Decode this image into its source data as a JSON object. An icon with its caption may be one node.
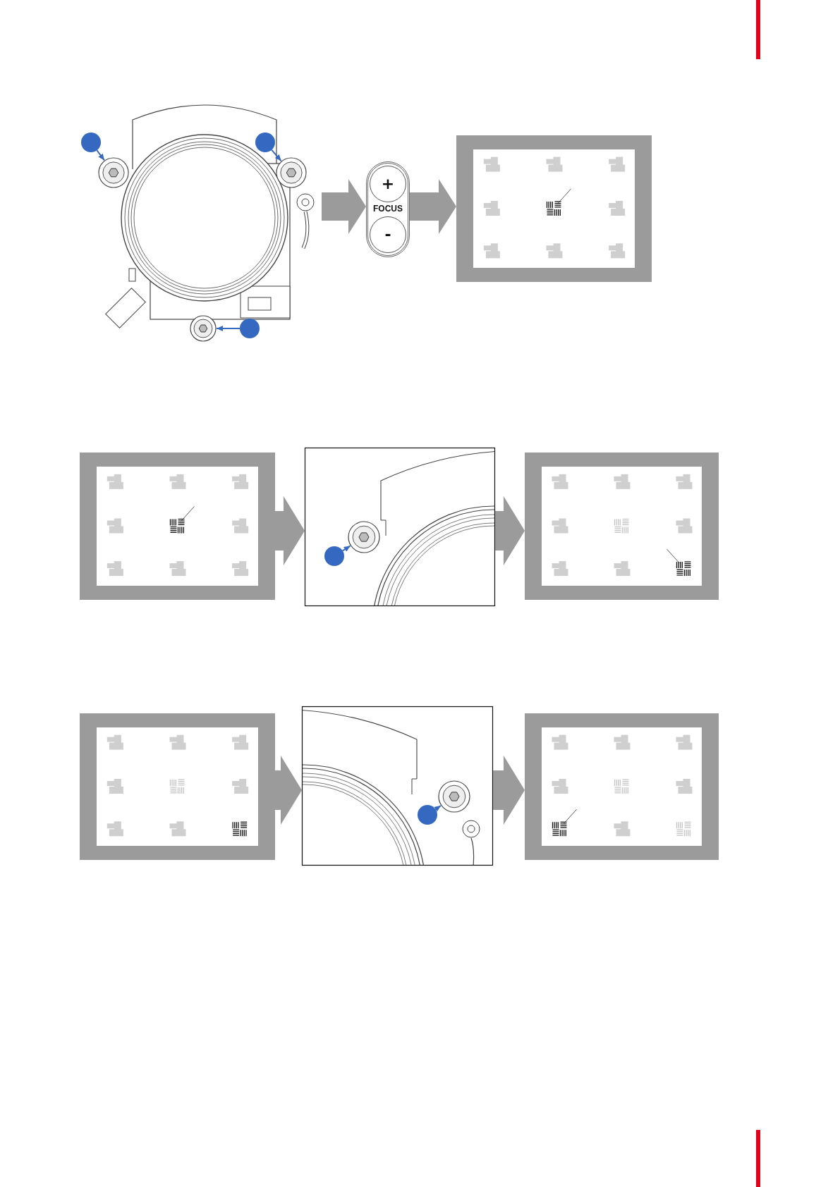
{
  "diagram": {
    "nodes": [
      {
        "text": [],
        "shape": "picture"
      },
      {
        "text": [],
        "shape": "circle"
      },
      {
        "text": [],
        "shape": "circle"
      },
      {
        "text": [],
        "shape": "circle"
      },
      {
        "text": [],
        "shape": "circle"
      },
      {
        "text": [],
        "shape": "circle"
      },
      {
        "text": [],
        "shape": "circle"
      },
      {
        "text": [
          "+",
          "FOCUS",
          "-"
        ]
      },
      {
        "text": [],
        "shape": "picture"
      },
      {
        "text": [],
        "shape": "picture"
      },
      {
        "text": [],
        "shape": "picture"
      },
      {
        "text": [],
        "shape": "circle"
      },
      {
        "text": [],
        "shape": "circle"
      },
      {
        "text": [],
        "shape": "picture"
      },
      {
        "text": [],
        "shape": "picture"
      },
      {
        "text": [],
        "shape": "picture"
      },
      {
        "text": [],
        "shape": "circle"
      },
      {
        "text": [],
        "shape": "circle",
        "in": 15
      },
      {
        "text": [],
        "shape": "picture"
      }
    ],
    "edges": [
      {
        "from": 1,
        "to": 3,
        "arrow": "to",
        "color": "#3568c0"
      },
      {
        "from": 2,
        "to": 4,
        "arrow": "to",
        "color": "#3568c0"
      },
      {
        "from": 6,
        "to": 5,
        "arrow": "to",
        "color": "#3568c0"
      },
      {
        "from": 0,
        "to": 7,
        "arrow": "to"
      },
      {
        "from": 7,
        "to": 8,
        "arrow": "to"
      },
      {
        "from": 9,
        "to": 10,
        "arrow": "to"
      },
      {
        "from": 12,
        "to": 11,
        "arrow": "to",
        "color": "#3568c0"
      },
      {
        "from": 10,
        "to": 13,
        "arrow": "to"
      },
      {
        "from": 14,
        "to": 15,
        "arrow": "to"
      },
      {
        "from": 17,
        "to": 16,
        "arrow": "to",
        "color": "#3568c0"
      },
      {
        "from": 15,
        "to": 18,
        "arrow": "to"
      }
    ]
  }
}
